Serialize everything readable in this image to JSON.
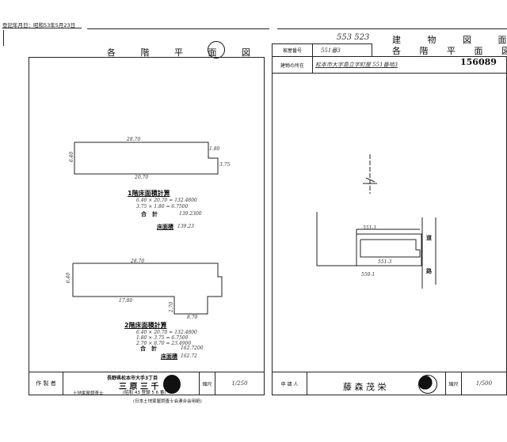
{
  "header": {
    "registration_date": "登記年月日：昭和53年5月23日"
  },
  "left_sheet": {
    "title": "各 階 平 面 図",
    "floor1": {
      "dims": {
        "top": "28.70",
        "left": "6.40",
        "bottom": "20.70",
        "right_a": "1.80",
        "right_b": "3.75"
      },
      "calc_title": "1階床面積計算",
      "rows": [
        "6.40 × 20.70 = 132.4800",
        "3.75 × 1.80 = 6.7500"
      ],
      "total_label": "合　計",
      "total": "139.2300",
      "area_label": "床面積",
      "area": "139.23"
    },
    "floor2": {
      "dims": {
        "top": "28.70",
        "left": "6.40",
        "bottom": "17.80",
        "lower_bottom": "8.70",
        "lower_left": "2.70"
      },
      "calc_title": "2階床面積計算",
      "rows": [
        "6.40 × 20.70 = 132.4800",
        "1.80 × 3.75 = 6.7500",
        "2.70 × 8.70 = 23.4900"
      ],
      "total_label": "合　計",
      "total": "162.7200",
      "area_label": "床面積",
      "area": "162.72"
    },
    "footer": {
      "maker_label": "作 製 者",
      "address": "長野県松本市大手3丁目",
      "name": "三 原 三 千",
      "license": "(昭和 43 登録 5 6 番)",
      "qualification": "土地家屋調査士",
      "scale_label": "縮尺",
      "scale": "1/250",
      "publisher": "(日本土地家屋調査士会連合会用紙)"
    }
  },
  "right_sheet": {
    "serial_handwritten": "553 523",
    "title_line1": "建 物 図 面",
    "title_line2": "各 階 平 面 図",
    "house_number_label": "家屋番号",
    "house_number": "551番3",
    "location_label": "建物の所在",
    "location": "松本市大字島立字町屋 551番地3",
    "doc_number": "156089",
    "site": {
      "lot_north": "551-1",
      "lot_inner": "551-3",
      "lot_south": "550-1",
      "road_char1": "道",
      "road_char2": "路"
    },
    "footer": {
      "applicant_label": "申 請 人",
      "applicant": "藤 森 茂 栄",
      "scale_label": "縮尺",
      "scale": "1/500"
    }
  }
}
